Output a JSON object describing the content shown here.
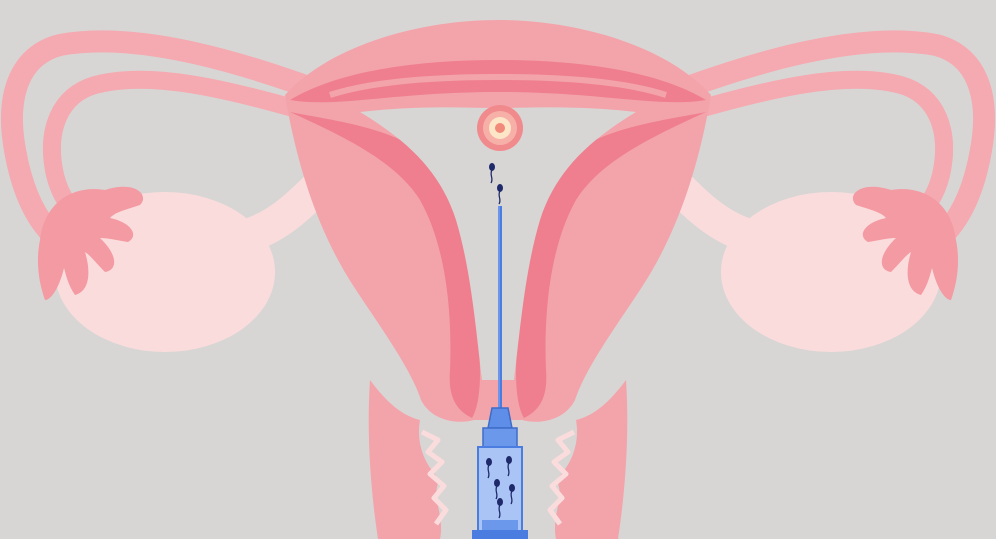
{
  "diagram": {
    "background": "#d8d6d4",
    "colors": {
      "uterus_body": "#f3a4ab",
      "uterus_outline": "#f5a9b0",
      "endometrium": "#ef7f8f",
      "ovary": "#fbdcdd",
      "fimbriae": "#f39aa3",
      "egg_outer": "#f08a8c",
      "egg_inner": "#fde6c8",
      "egg_nucleus": "#f28a7a",
      "catheter": "#4b7de0",
      "syringe_body": "#a9c4f5",
      "sperm": "#1f2a6b"
    },
    "elements": [
      "uterus",
      "left-fallopian-tube",
      "right-fallopian-tube",
      "left-ovary",
      "right-ovary",
      "cervix",
      "vaginal-canal",
      "egg",
      "sperm",
      "insemination-catheter",
      "syringe"
    ]
  }
}
